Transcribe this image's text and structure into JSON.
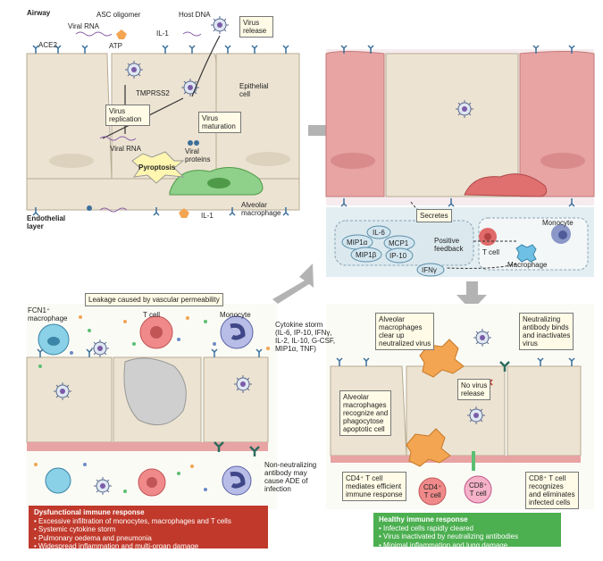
{
  "panel_a": {
    "airway": "Airway",
    "ace2": "ACE2",
    "viral_rna_top": "Viral RNA",
    "asc_oligomer": "ASC oligomer",
    "atp": "ATP",
    "il1_top": "IL-1",
    "host_dna": "Host DNA",
    "virus_release": "Virus release",
    "tmprss2": "TMPRSS2",
    "virus_replication": "Virus replication",
    "viral_rna_mid": "Viral RNA",
    "virus_maturation": "Virus maturation",
    "viral_proteins": "Viral proteins",
    "epithelial_cell": "Epithelial cell",
    "pyroptosis": "Pyroptosis",
    "il1_bottom": "IL-1",
    "alveolar_macrophage": "Alveolar macrophage",
    "endothelial_layer": "Endothelial layer"
  },
  "panel_b": {
    "secretes": "Secretes",
    "cytokines": [
      "IL-6",
      "MIP1α",
      "MCP1",
      "MIP1β",
      "IP-10"
    ],
    "positive_feedback": "Positive feedback",
    "ifng": "IFNγ",
    "t_cell": "T cell",
    "monocyte": "Monocyte",
    "macrophage": "Macrophage"
  },
  "panel_c": {
    "leakage": "Leakage caused by vascular permeability",
    "fcn1_macrophage": "FCN1⁺ macrophage",
    "t_cell": "T cell",
    "monocyte": "Monocyte",
    "cytokine_storm": [
      "Cytokine storm",
      "(IL-6, IP-10, IFNγ,",
      "IL-2, IL-10, G-CSF,",
      "MIP1α, TNF)"
    ],
    "non_neutralizing": [
      "Non-neutralizing",
      "antibody may",
      "cause ADE of",
      "infection"
    ],
    "dysfunctional_title": "Dysfunctional immune response",
    "dysfunctional_items": [
      "• Excessive infiltration of monocytes, macrophages and T cells",
      "• Systemic cytokine storm",
      "• Pulmonary oedema and pneumonia",
      "• Widespread inflammation and multi-organ damage"
    ]
  },
  "panel_d": {
    "alveolar_clear": [
      "Alveolar",
      "macrophages",
      "clear up",
      "neutralized virus"
    ],
    "neutralizing": [
      "Neutralizing",
      "antibody binds",
      "and inactivates",
      "virus"
    ],
    "no_virus_release": [
      "No virus",
      "release"
    ],
    "alveolar_recognize": [
      "Alveolar",
      "macrophages",
      "recognize and",
      "phagocytose",
      "apoptotic cell"
    ],
    "cd4_text": [
      "CD4⁺ T cell",
      "mediates efficient",
      "immune response"
    ],
    "cd4_cell": [
      "CD4⁺",
      "T cell"
    ],
    "cd8_cell": [
      "CD8⁺",
      "T cell"
    ],
    "cd8_text": [
      "CD8⁺ T cell",
      "recognizes",
      "and eliminates",
      "infected cells"
    ],
    "healthy_title": "Healthy immune response",
    "healthy_items": [
      "• Infected cells rapidly cleared",
      "• Virus inactivated by neutralizing antibodies",
      "• Minimal inflammation and lung damage"
    ]
  },
  "colors": {
    "epithelial": "#ece3d2",
    "cell_outline": "#b7ab92",
    "pink_cell": "#e8a3a3",
    "blue_fluid": "#e3eef2",
    "dysfunctional_red": "#c0392b",
    "healthy_green": "#4caf50",
    "receptor_blue": "#3b6f9a",
    "macrophage_green": "#8fd08a",
    "orange_macrophage": "#f3a552"
  }
}
